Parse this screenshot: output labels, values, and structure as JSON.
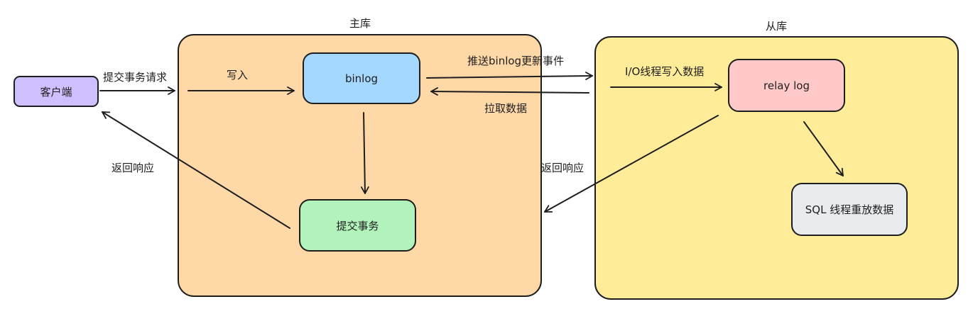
{
  "containers": {
    "master": {
      "label": "主库",
      "fill": "#ffd8a8"
    },
    "slave": {
      "label": "从库",
      "fill": "#ffec99"
    }
  },
  "nodes": {
    "client": {
      "label": "客户端",
      "fill": "#d0bfff"
    },
    "binlog": {
      "label": "binlog",
      "fill": "#a5d8ff"
    },
    "commit": {
      "label": "提交事务",
      "fill": "#b2f2bb"
    },
    "relay_log": {
      "label": "relay log",
      "fill": "#ffc9c9"
    },
    "sql_thread": {
      "label": "SQL 线程重放数据",
      "fill": "#e9ecef"
    }
  },
  "edges": {
    "submit_request": "提交事务请求",
    "write": "写入",
    "push_binlog": "推送binlog更新事件",
    "pull_data": "拉取数据",
    "io_thread_write": "I/O线程写入数据",
    "return_response_client": "返回响应",
    "return_response_master": "返回响应"
  },
  "colors": {
    "stroke": "#1e1e1e"
  }
}
